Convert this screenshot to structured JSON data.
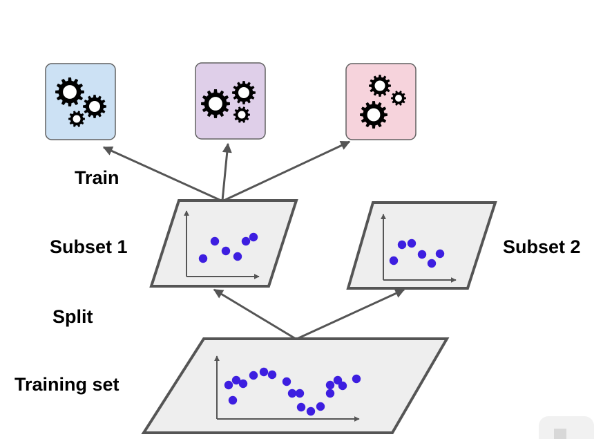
{
  "labels": {
    "train": "Train",
    "subset1": "Subset 1",
    "subset2": "Subset 2",
    "split": "Split",
    "training_set": "Training set"
  },
  "colors": {
    "model_boxes": [
      "#cce1f4",
      "#dfcfe9",
      "#f6d3dc"
    ],
    "dots": "#3d1ee0",
    "arrows": "#555555",
    "panel_fill": "#eeeeee",
    "panel_stroke": "#555555"
  },
  "icons": {
    "model_box": "gears-icon"
  }
}
